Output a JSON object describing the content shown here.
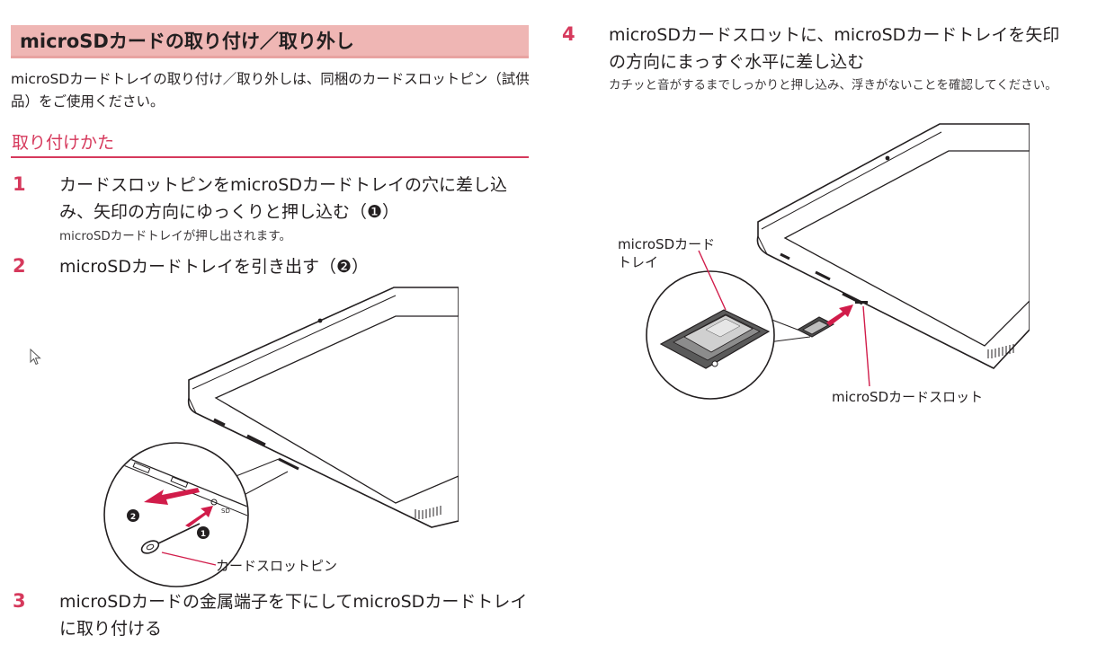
{
  "section_title": "microSDカードの取り付け／取り外し",
  "intro": "microSDカードトレイの取り付け／取り外しは、同梱のカードスロットピン（試供品）をご使用ください。",
  "subhead": "取り付けかた",
  "steps": [
    {
      "num": "1",
      "text": "カードスロットピンをmicroSDカードトレイの穴に差し込み、矢印の方向にゆっくりと押し込む（❶）",
      "note": "microSDカードトレイが押し出されます。"
    },
    {
      "num": "2",
      "text": "microSDカードトレイを引き出す（❷）"
    },
    {
      "num": "3",
      "text": "microSDカードの金属端子を下にしてmicroSDカードトレイに取り付ける"
    },
    {
      "num": "4",
      "text": "microSDカードスロットに、microSDカードトレイを矢印の方向にまっすぐ水平に差し込む",
      "note": "カチッと音がするまでしっかりと押し込み、浮きがないことを確認してください。"
    }
  ],
  "illustration1": {
    "pin_label": "カードスロットピン",
    "marker_1": "1",
    "marker_2": "2",
    "slot_mark": "SD"
  },
  "illustration2": {
    "tray_label_line1": "microSDカード",
    "tray_label_line2": "トレイ",
    "slot_label": "microSDカードスロット"
  },
  "colors": {
    "accent": "#d6395c",
    "title_bg": "#efb6b4",
    "arrow": "#d11c4a"
  }
}
